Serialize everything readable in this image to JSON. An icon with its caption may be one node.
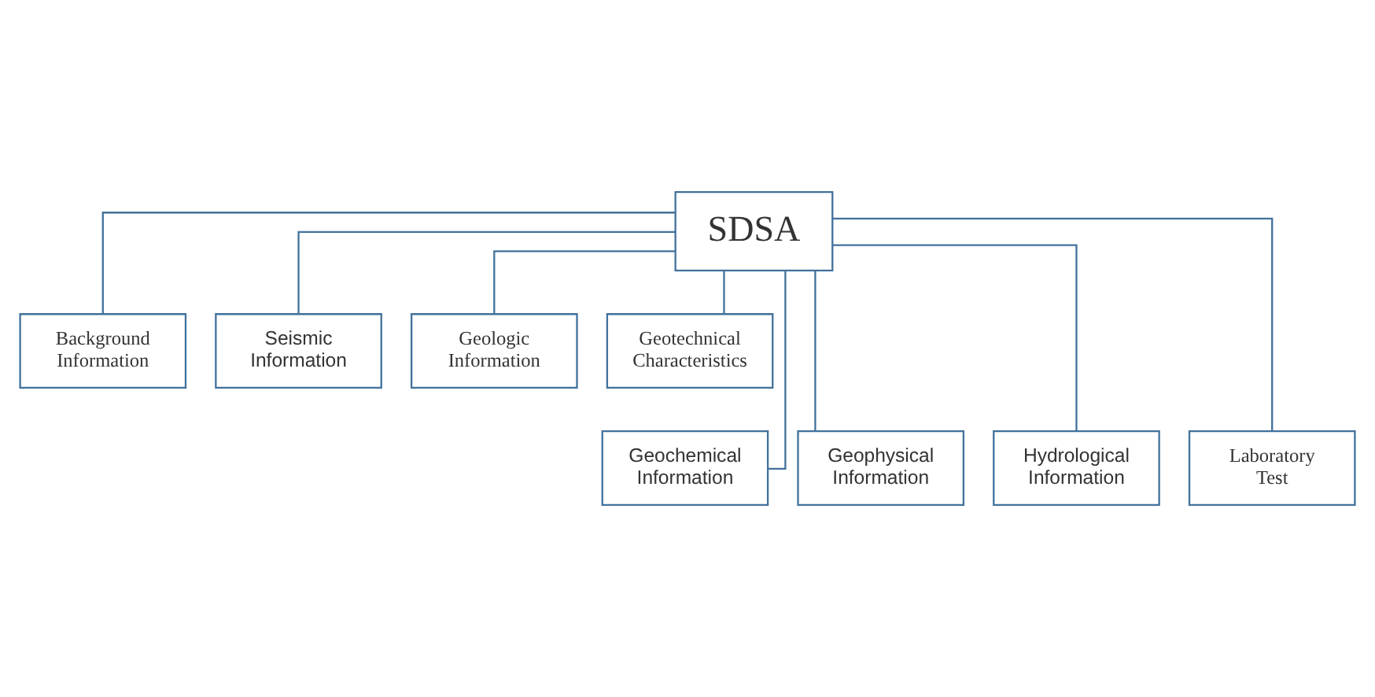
{
  "diagram": {
    "nodes": [
      {
        "text": [
          "SDSA"
        ]
      },
      {
        "text": [
          "Background Information"
        ]
      },
      {
        "text": [
          "Seismic Information"
        ]
      },
      {
        "text": [
          "Geologic Information"
        ]
      },
      {
        "text": [
          "Geotechnical Characteristics"
        ]
      },
      {
        "text": [
          "Geochemical Information"
        ]
      },
      {
        "text": [
          "Geophysical Information"
        ]
      },
      {
        "text": [
          "Hydrological Information"
        ]
      },
      {
        "text": [
          "Laboratory Test"
        ]
      }
    ],
    "edges": [
      {
        "from": 0,
        "to": 1,
        "arrow": "none"
      },
      {
        "from": 0,
        "to": 2,
        "arrow": "none"
      },
      {
        "from": 0,
        "to": 3,
        "arrow": "none"
      },
      {
        "from": 0,
        "to": 4,
        "arrow": "none"
      },
      {
        "from": 0,
        "to": 5,
        "arrow": "none"
      },
      {
        "from": 0,
        "to": 6,
        "arrow": "none"
      },
      {
        "from": 0,
        "to": 7,
        "arrow": "none"
      },
      {
        "from": 0,
        "to": 8,
        "arrow": "none"
      }
    ]
  }
}
